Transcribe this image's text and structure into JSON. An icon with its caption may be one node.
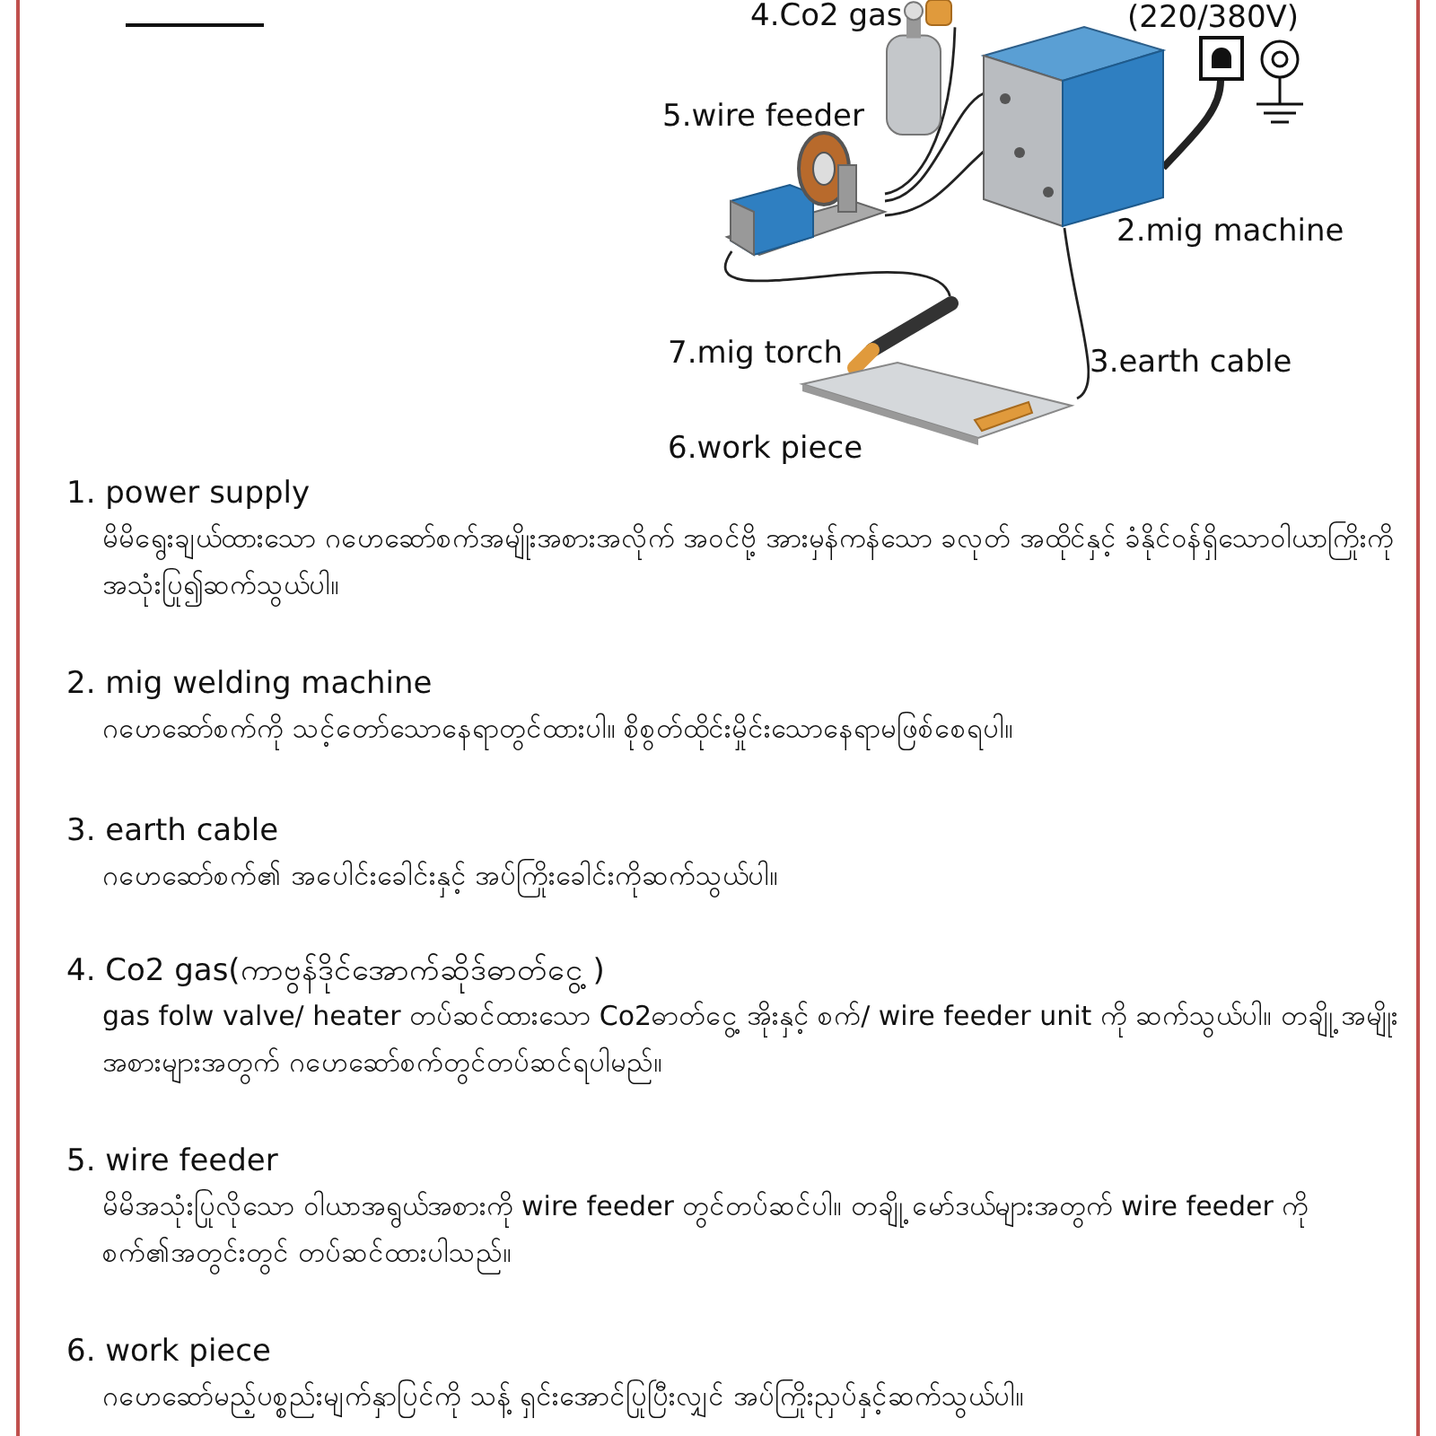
{
  "diagram": {
    "nodes": [
      {
        "text": [],
        "shape": "picture",
        "beside": [
          "(220/380V)"
        ]
      },
      {
        "text": [],
        "shape": "picture",
        "beside": [
          "2.mig machine"
        ]
      },
      {
        "text": [],
        "shape": "cylinder",
        "beside": [
          "4.Co2 gas"
        ]
      },
      {
        "text": [],
        "shape": "picture",
        "beside": [
          "5.wire feeder"
        ]
      },
      {
        "text": [],
        "shape": "picture",
        "beside": [
          "7.mig torch"
        ]
      },
      {
        "text": [],
        "shape": "picture",
        "beside": [
          "6.work piece"
        ]
      }
    ],
    "edges": [
      {
        "from": 0,
        "to": 1,
        "arrow": "none",
        "style": "thick"
      },
      {
        "from": 2,
        "to": 3,
        "arrow": "none"
      },
      {
        "from": 1,
        "to": 3,
        "arrow": "none"
      },
      {
        "from": 1,
        "to": 3,
        "arrow": "none"
      },
      {
        "from": 3,
        "to": 4,
        "arrow": "none"
      },
      {
        "from": 1,
        "to": 5,
        "arrow": "none",
        "label": "3.earth cable"
      }
    ],
    "labels": [
      "1. power supply",
      "မိမိရွေးချယ်ထားသော ဂဟေဆော်စက်အမျိုးအစားအလိုက် အဝင်ဗို့ အားမှန်ကန်သော ခလုတ် အထိုင်နှင့် ခံနိုင်ဝန်ရှိသောဝါယာကြိုးကိုအသုံးပြု၍ဆက်သွယ်ပါ။",
      "2. mig welding machine",
      "ဂဟေဆော်စက်ကို သင့်တော်သောနေရာတွင်ထားပါ။ စိုစွတ်ထိုင်းမှိုင်းသောနေရာမဖြစ်စေရပါ။",
      "3. earth cable",
      "ဂဟေဆော်စက်၏ အပေါင်းခေါင်းနှင့် အပ်ကြိုးခေါင်းကိုဆက်သွယ်ပါ။",
      "4. Co2 gas(ကာဗွန်ဒိုင်အောက်ဆိုဒ်ဓာတ်ငွေ့ )",
      "gas folw valve/ heater တပ်ဆင်ထားသော Co2ဓာတ်ငွေ့ အိုးနှင့် စက်/ wire feeder unit ကို ဆက်သွယ်ပါ။ တချို့ အမျိုးအစားများအတွက် ဂဟေဆော်စက်တွင်တပ်ဆင်ရပါမည်။",
      "5. wire feeder",
      "မိမိအသုံးပြုလိုသော ဝါယာအရွယ်အစားကို wire feeder တွင်တပ်ဆင်ပါ။ တချို့ မော်ဒယ်များအတွက် wire feeder ကိုစက်၏အတွင်းတွင် တပ်ဆင်ထားပါသည်။",
      "6. work piece",
      "ဂဟေဆော်မည့်ပစ္စည်းမျက်နှာပြင်ကို သန့် ရှင်းအောင်ပြုပြီးလျှင် အပ်ကြိုးညှပ်နှင့်ဆက်သွယ်ပါ။"
    ]
  }
}
